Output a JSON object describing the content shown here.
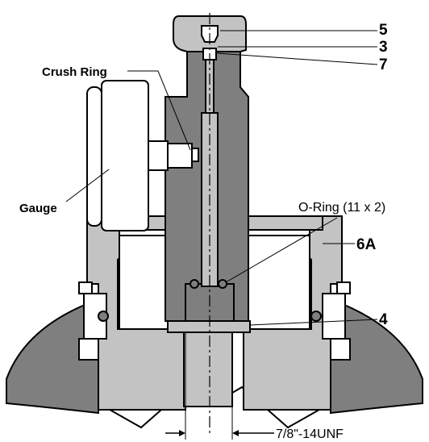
{
  "labels": {
    "part_5": "5",
    "part_3": "3",
    "part_7": "7",
    "crush_ring": "Crush Ring",
    "gauge": "Gauge",
    "o_ring": "O-Ring (11 x 2)",
    "part_6a": "6A",
    "part_4": "4",
    "thread": "7/8\"-14UNF"
  },
  "colors": {
    "shaded": "#7f7f7f",
    "light": "#c3c3c3",
    "outline": "#000000",
    "background": "#ffffff"
  }
}
